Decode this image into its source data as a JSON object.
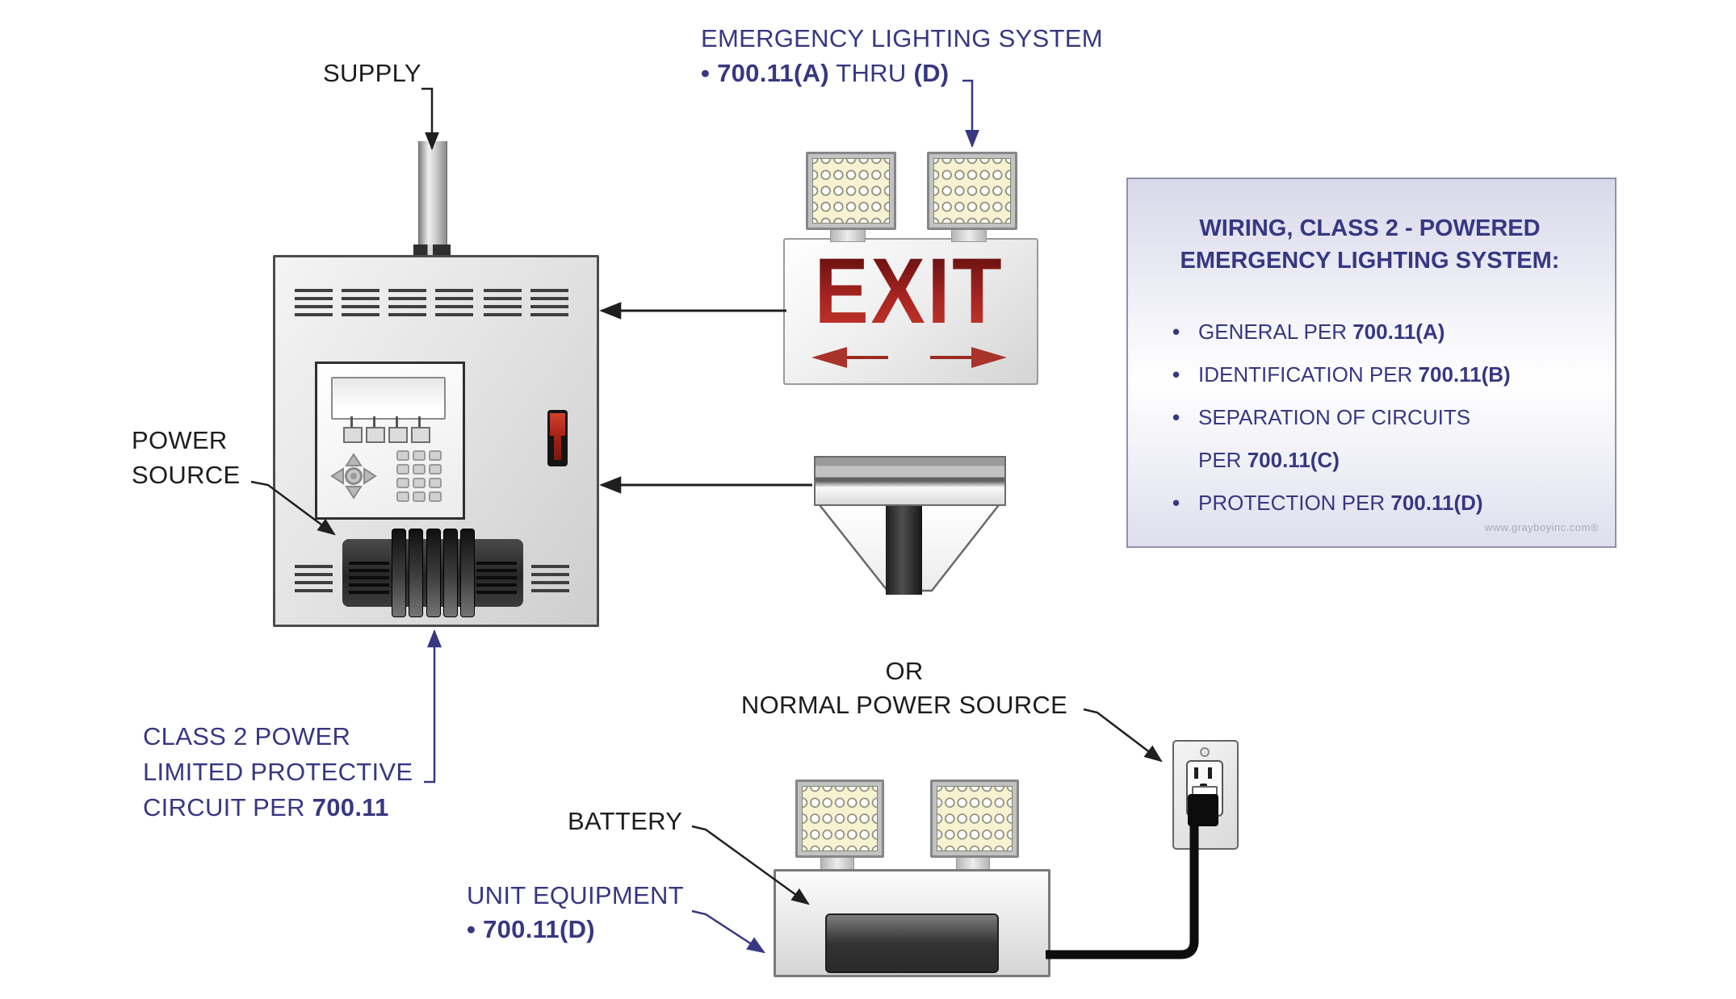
{
  "colors": {
    "navy_text": "#373782",
    "black_text": "#1c1c1c",
    "exit_red": "#a32222",
    "lamp_cream": "#f6f2d2"
  },
  "labels": {
    "supply": "SUPPLY",
    "power_source_line1": "POWER",
    "power_source_line2": "SOURCE",
    "or": "OR",
    "normal_power_source": "NORMAL POWER SOURCE",
    "battery": "BATTERY"
  },
  "emergency_label": {
    "line1": "EMERGENCY LIGHTING SYSTEM",
    "line2_bold1": "• 700.11(A)",
    "line2_mid": " THRU ",
    "line2_bold2": "(D)"
  },
  "class2_label": {
    "line1": "CLASS 2 POWER",
    "line2": "LIMITED PROTECTIVE",
    "line3_pre": "CIRCUIT PER ",
    "line3_ref": "700.11"
  },
  "unit_equipment_label": {
    "line1": "UNIT EQUIPMENT",
    "line2_bullet_ref": "• 700.11(D)"
  },
  "exit_sign": {
    "text": "EXIT"
  },
  "info_box": {
    "title_line1": "WIRING, CLASS 2 - POWERED",
    "title_line2": "EMERGENCY LIGHTING SYSTEM:",
    "items": [
      {
        "bullet": "•",
        "pre": "GENERAL PER ",
        "ref": "700.11(A)"
      },
      {
        "bullet": "•",
        "pre": "IDENTIFICATION PER ",
        "ref": "700.11(B)"
      },
      {
        "bullet": "•",
        "pre": "SEPARATION OF CIRCUITS",
        "pre2": "PER ",
        "ref": "700.11(C)"
      },
      {
        "bullet": "•",
        "pre": "PROTECTION PER ",
        "ref": "700.11(D)"
      }
    ],
    "watermark": "www.grayboyinc.com®"
  }
}
